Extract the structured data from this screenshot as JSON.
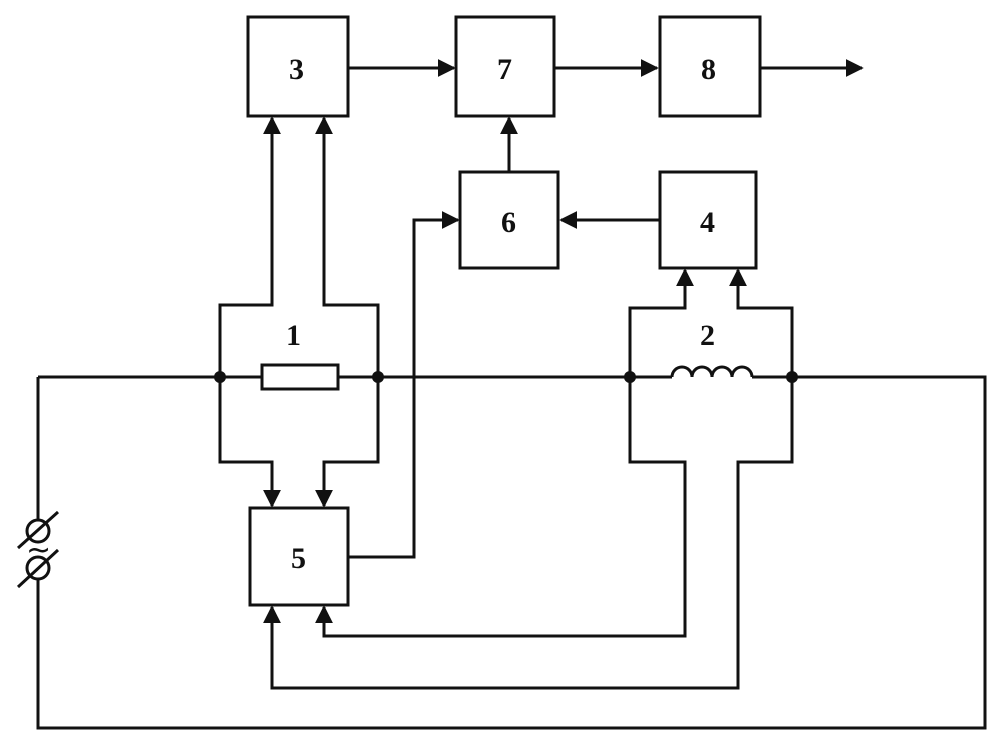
{
  "diagram": {
    "blocks": [
      {
        "id": "b1",
        "label": "1"
      },
      {
        "id": "b2",
        "label": "2"
      },
      {
        "id": "b3",
        "label": "3"
      },
      {
        "id": "b4",
        "label": "4"
      },
      {
        "id": "b5",
        "label": "5"
      },
      {
        "id": "b6",
        "label": "6"
      },
      {
        "id": "b7",
        "label": "7"
      },
      {
        "id": "b8",
        "label": "8"
      }
    ],
    "source_symbol": "~",
    "colors": {
      "line": "#111111",
      "background": "#ffffff"
    }
  }
}
